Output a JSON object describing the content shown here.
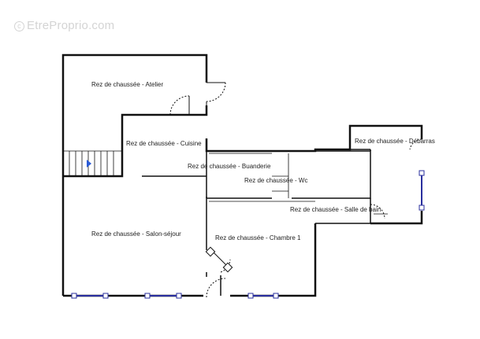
{
  "watermark": "EtreProprio.com",
  "rooms": {
    "atelier": "Rez de chaussée - Atelier",
    "cuisine": "Rez de chaussée - Cuisine",
    "buanderie": "Rez de chaussée - Buanderie",
    "wc": "Rez de chaussée - Wc",
    "debarras": "Rez de chaussée - Débarras",
    "salle_de_bain": "Rez de chaussée - Salle de bain",
    "salon_sejour": "Rez de chaussée - Salon-séjour",
    "chambre_1": "Rez de chaussée - Chambre 1"
  },
  "colors": {
    "wall": "#111111",
    "window": "#2a2f9e",
    "stair": "#2a5bd7"
  }
}
